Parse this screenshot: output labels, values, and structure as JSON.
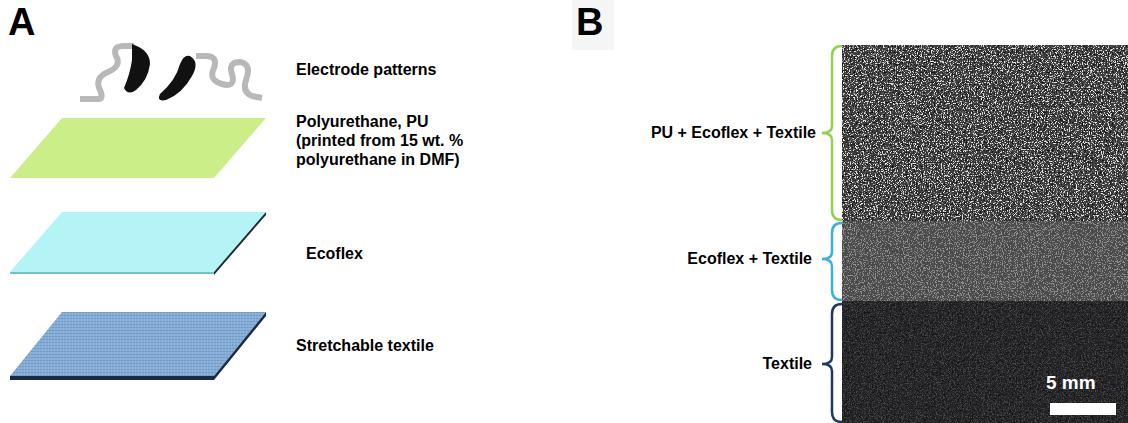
{
  "diagram": {
    "labels": [
      "A",
      "Electrode patterns",
      "Polyurethane, PU (printed from 15 wt. % polyurethane in DMF)",
      "Ecoflex",
      "Stretchable textile",
      "B",
      "PU + Ecoflex + Textile",
      "Ecoflex + Textile",
      "Textile",
      "5 mm"
    ]
  }
}
